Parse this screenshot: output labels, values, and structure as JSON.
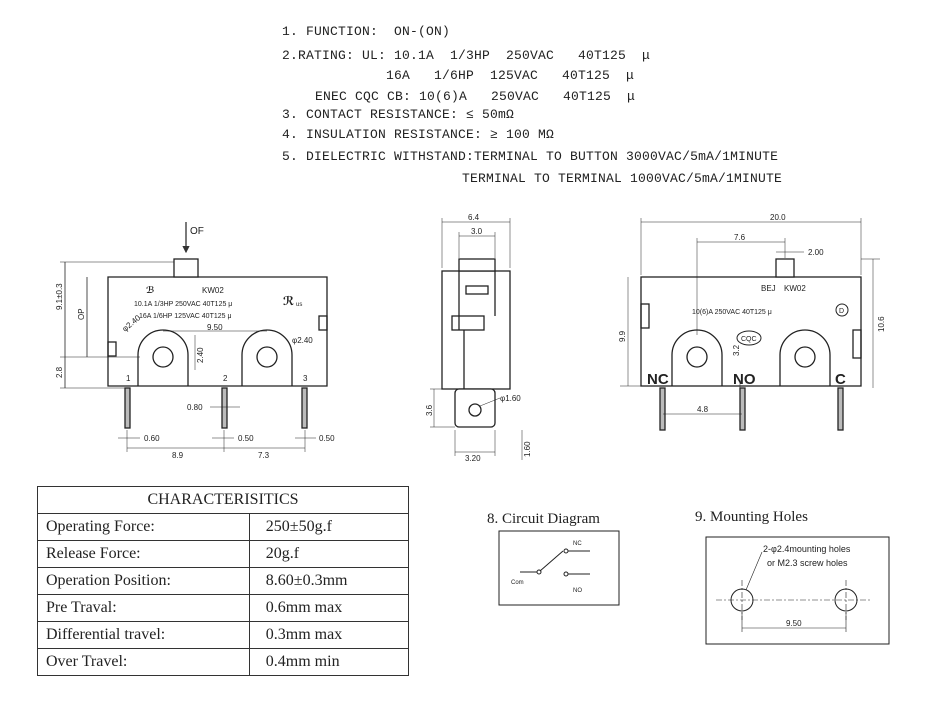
{
  "specs": {
    "function": "1. FUNCTION:  ON-(ON)",
    "rating1": "2.RATING: UL: 10.1A  1/3HP  250VAC   40T125  μ",
    "rating2": "16A   1/6HP  125VAC   40T125  μ",
    "rating3": "ENEC CQC CB: 10(6)A   250VAC   40T125  μ",
    "contact": "3. CONTACT RESISTANCE: ≤ 50mΩ",
    "insulation": "4. INSULATION RESISTANCE: ≥ 100 MΩ",
    "dielectric1": "5. DIELECTRIC WITHSTAND:TERMINAL TO BUTTON 3000VAC/5mA/1MINUTE",
    "dielectric2": "TERMINAL TO TERMINAL 1000VAC/5mA/1MINUTE"
  },
  "front_view": {
    "of_label": "OF",
    "model": "KW02",
    "rating_line1": "10.1A 1/3HP 250VAC  40T125 μ",
    "rating_line2": "16A  1/6HP 125VAC  40T125 μ",
    "ul_mark": "us",
    "terminals": [
      "1",
      "2",
      "3"
    ],
    "dims": {
      "height_total": "9.1±0.3",
      "op": "OP",
      "bottom": "2.8",
      "width_center": "9.50",
      "hole_dia": "φ2.40",
      "hole_offset": "2.40",
      "hole_dia2": "φ2.40",
      "pin_thick": "0.80",
      "pin_w1": "0.60",
      "pin_w2": "0.50",
      "pin_w3": "0.50",
      "span1": "8.9",
      "span2": "7.3"
    }
  },
  "side_view": {
    "dims": {
      "width_total": "6.4",
      "button_w": "3.0",
      "pin_len": "3.6",
      "pin_w": "3.20",
      "pin_hole": "φ1.60",
      "pin_thk": "1.60"
    }
  },
  "back_view": {
    "model": "KW02",
    "brand": "BEJ",
    "rating": "10(6)A  250VAC  40T125 μ",
    "cqc": "CQC",
    "terminal_labels": [
      "NC",
      "NO",
      "C"
    ],
    "dims": {
      "width_total": "20.0",
      "offset1": "7.6",
      "offset2": "2.00",
      "height_body": "9.9",
      "height_total": "10.6",
      "pin_gap": "4.8",
      "small": "3.2"
    }
  },
  "characteristics": {
    "header": "CHARACTERISITICS",
    "rows": [
      {
        "label": "Operating Force:",
        "value": "250±50g.f"
      },
      {
        "label": "Release Force:",
        "value": "20g.f"
      },
      {
        "label": "Operation Position:",
        "value": "8.60±0.3mm"
      },
      {
        "label": "Pre Traval:",
        "value": "0.6mm max"
      },
      {
        "label": "Differential travel:",
        "value": "0.3mm max"
      },
      {
        "label": "Over Travel:",
        "value": "0.4mm min"
      }
    ]
  },
  "circuit": {
    "title": "8. Circuit Diagram",
    "nc": "NC",
    "no": "NO",
    "com": "Com"
  },
  "mounting": {
    "title": "9. Mounting Holes",
    "note1": "2-φ2.4mounting holes",
    "note2": "or M2.3 screw holes",
    "spacing": "9.50"
  }
}
